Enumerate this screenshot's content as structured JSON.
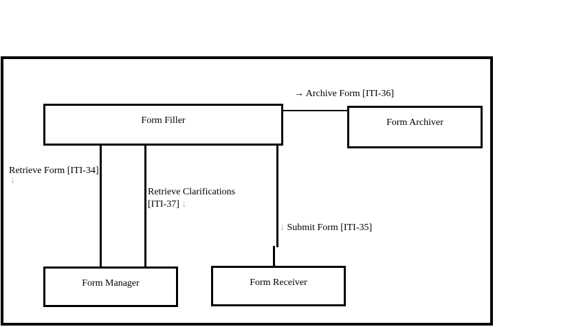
{
  "diagram": {
    "actors": {
      "form_filler": "Form Filler",
      "form_archiver": "Form Archiver",
      "form_manager": "Form Manager",
      "form_receiver": "Form Receiver"
    },
    "transactions": {
      "archive_form": {
        "arrow": "→",
        "label": "Archive Form [ITI-36]"
      },
      "retrieve_form": {
        "label": "Retrieve Form [ITI-34]",
        "arrow": "↓"
      },
      "retrieve_clarifications": {
        "line1": "Retrieve Clarifications",
        "line2": "[ITI-37]",
        "arrow": "↓"
      },
      "submit_form": {
        "arrow": "↓",
        "label": "Submit Form [ITI-35]"
      }
    },
    "colors": {
      "line": "#000000",
      "text": "#000000",
      "muted_arrow": "#b3ac9c",
      "background": "#ffffff"
    }
  }
}
